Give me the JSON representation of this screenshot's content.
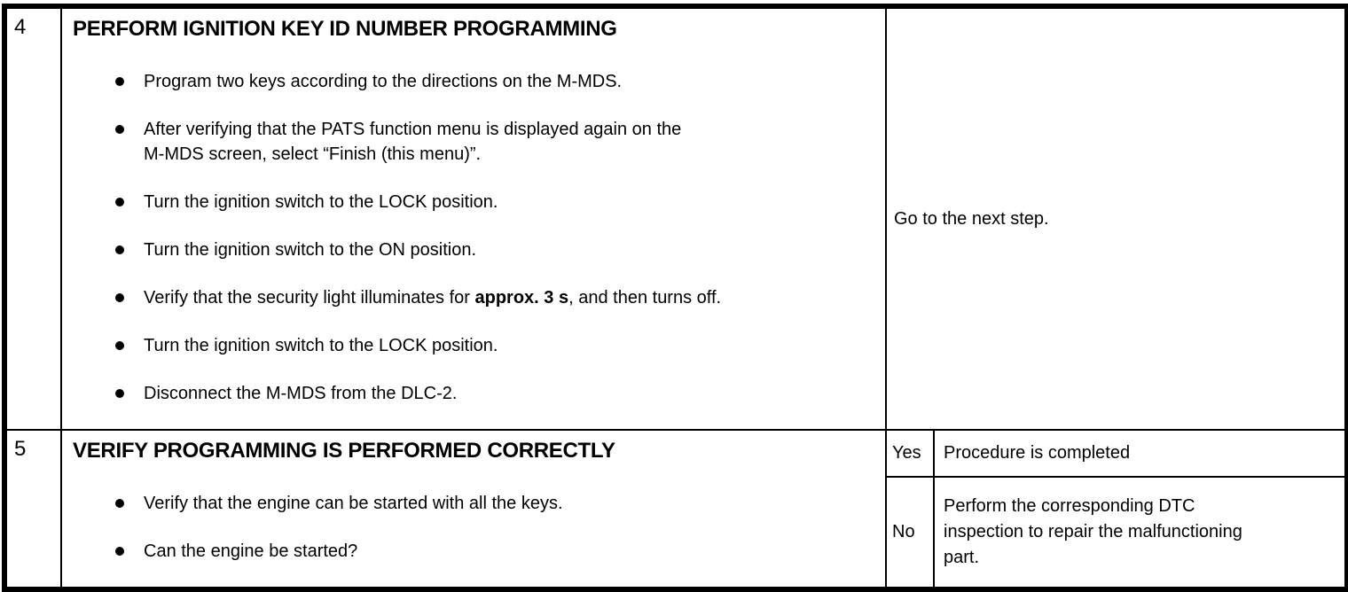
{
  "colors": {
    "background": "#ffffff",
    "border": "#000000",
    "text": "#000000"
  },
  "table": {
    "rows": [
      {
        "step": "4",
        "title": "PERFORM IGNITION KEY ID NUMBER PROGRAMMING",
        "bullets": [
          {
            "pre": "Program two keys according to the directions on the M-MDS.",
            "bold": "",
            "post": ""
          },
          {
            "pre": "After verifying that the PATS function menu is displayed again on the\nM-MDS screen, select “Finish (this menu)”.",
            "bold": "",
            "post": ""
          },
          {
            "pre": "Turn the ignition switch to the LOCK position.",
            "bold": "",
            "post": ""
          },
          {
            "pre": "Turn the ignition switch to the ON position.",
            "bold": "",
            "post": ""
          },
          {
            "pre": "Verify that the security light illuminates for ",
            "bold": "approx. 3 s",
            "post": ", and then turns off."
          },
          {
            "pre": "Turn the ignition switch to the LOCK position.",
            "bold": "",
            "post": ""
          },
          {
            "pre": "Disconnect the M-MDS from the DLC-2.",
            "bold": "",
            "post": ""
          }
        ],
        "results": [
          {
            "action": "Go to the next step."
          }
        ]
      },
      {
        "step": "5",
        "title": "VERIFY PROGRAMMING IS PERFORMED CORRECTLY",
        "bullets": [
          {
            "pre": "Verify that the engine can be started with all the keys.",
            "bold": "",
            "post": ""
          },
          {
            "pre": "Can the engine be started?",
            "bold": "",
            "post": ""
          }
        ],
        "results": [
          {
            "answer": "Yes",
            "action": "Procedure is completed"
          },
          {
            "answer": "No",
            "action": "Perform the corresponding DTC\ninspection to repair the malfunctioning\npart."
          }
        ]
      }
    ]
  }
}
